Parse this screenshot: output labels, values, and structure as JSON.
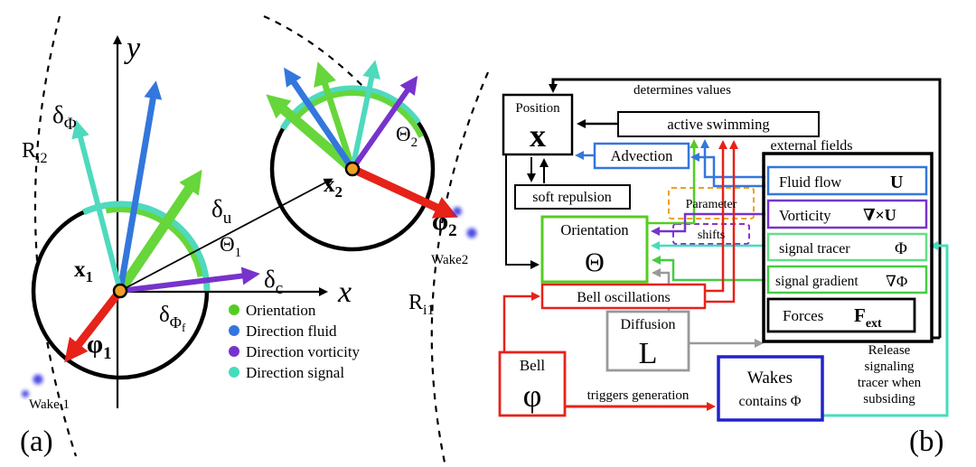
{
  "figure": {
    "panel_a_caption": "(a)",
    "panel_b_caption": "(b)"
  },
  "colors": {
    "orientation_green": "#55cc22",
    "fluid_blue": "#3377dd",
    "vorticity_purple": "#7733cc",
    "signal_teal": "#44ddbb",
    "bell_red": "#e62219",
    "wake_box_blue": "#2222cc",
    "tracer_green": "#66dd88",
    "gradient_green": "#44cc44",
    "diffusion_gray": "#999999",
    "parameter_orange": "#f0a020",
    "center_dot_orange": "#f0a028",
    "wake_particle_blue": "#2a2ae0"
  },
  "panel_a": {
    "axis": {
      "x": "x",
      "y": "y"
    },
    "agent1": {
      "pos_main": "x",
      "pos_sub": "1",
      "phi_main": "φ",
      "phi_sub": "1",
      "theta_main": "Θ",
      "theta_sub": "1"
    },
    "agent2": {
      "pos_main": "x",
      "pos_sub": "2",
      "phi_main": "φ",
      "phi_sub": "2",
      "theta_main": "Θ",
      "theta_sub": "2"
    },
    "deltas": {
      "signal_main": "δ",
      "signal_sub": "Φ",
      "fluid_main": "δ",
      "fluid_sub": "u",
      "vorticity_main": "δ",
      "vorticity_sub": "c",
      "signal_foot_main": "δ",
      "signal_foot_sub": "Φ",
      "signal_foot_subsub": "f"
    },
    "radii": {
      "r1_main": "R",
      "r1_sub": "i1",
      "r2_main": "R",
      "r2_sub": "i2"
    },
    "wake1": "Wake 1",
    "wake2": "Wake2",
    "legend": [
      {
        "label": "Orientation",
        "color": "#55cc22"
      },
      {
        "label": "Direction fluid",
        "color": "#3377dd"
      },
      {
        "label": "Direction vorticity",
        "color": "#7733cc"
      },
      {
        "label": "Direction signal",
        "color": "#44ddbb"
      }
    ]
  },
  "panel_b": {
    "annotations": {
      "determines_values": "determines values",
      "external_fields": "external fields",
      "triggers_generation": "triggers generation",
      "release_l1": "Release",
      "release_l2": "signaling",
      "release_l3": "tracer when",
      "release_l4": "subsiding"
    },
    "position": {
      "title": "Position",
      "symbol": "x"
    },
    "active_swimming": "active swimming",
    "advection": "Advection",
    "soft_repulsion": "soft repulsion",
    "parameter": "Parameter",
    "shifts": "shifts",
    "orientation": {
      "title": "Orientation",
      "symbol": "Θ"
    },
    "fluid_flow": {
      "title": "Fluid flow",
      "symbol": "U"
    },
    "vorticity": {
      "title": "Vorticity",
      "symbol": "∇×U"
    },
    "signal_tracer": {
      "title": "signal tracer",
      "symbol": "Φ"
    },
    "signal_gradient": {
      "title": "signal gradient",
      "symbol": "∇Φ"
    },
    "forces": {
      "title": "Forces",
      "symbol_main": "F",
      "symbol_sub": "ext"
    },
    "bell_oscillations": "Bell oscillations",
    "diffusion": {
      "title": "Diffusion",
      "symbol": "L"
    },
    "bell": {
      "title": "Bell",
      "symbol": "φ"
    },
    "wakes": {
      "line1": "Wakes",
      "line2": "contains Φ"
    }
  }
}
